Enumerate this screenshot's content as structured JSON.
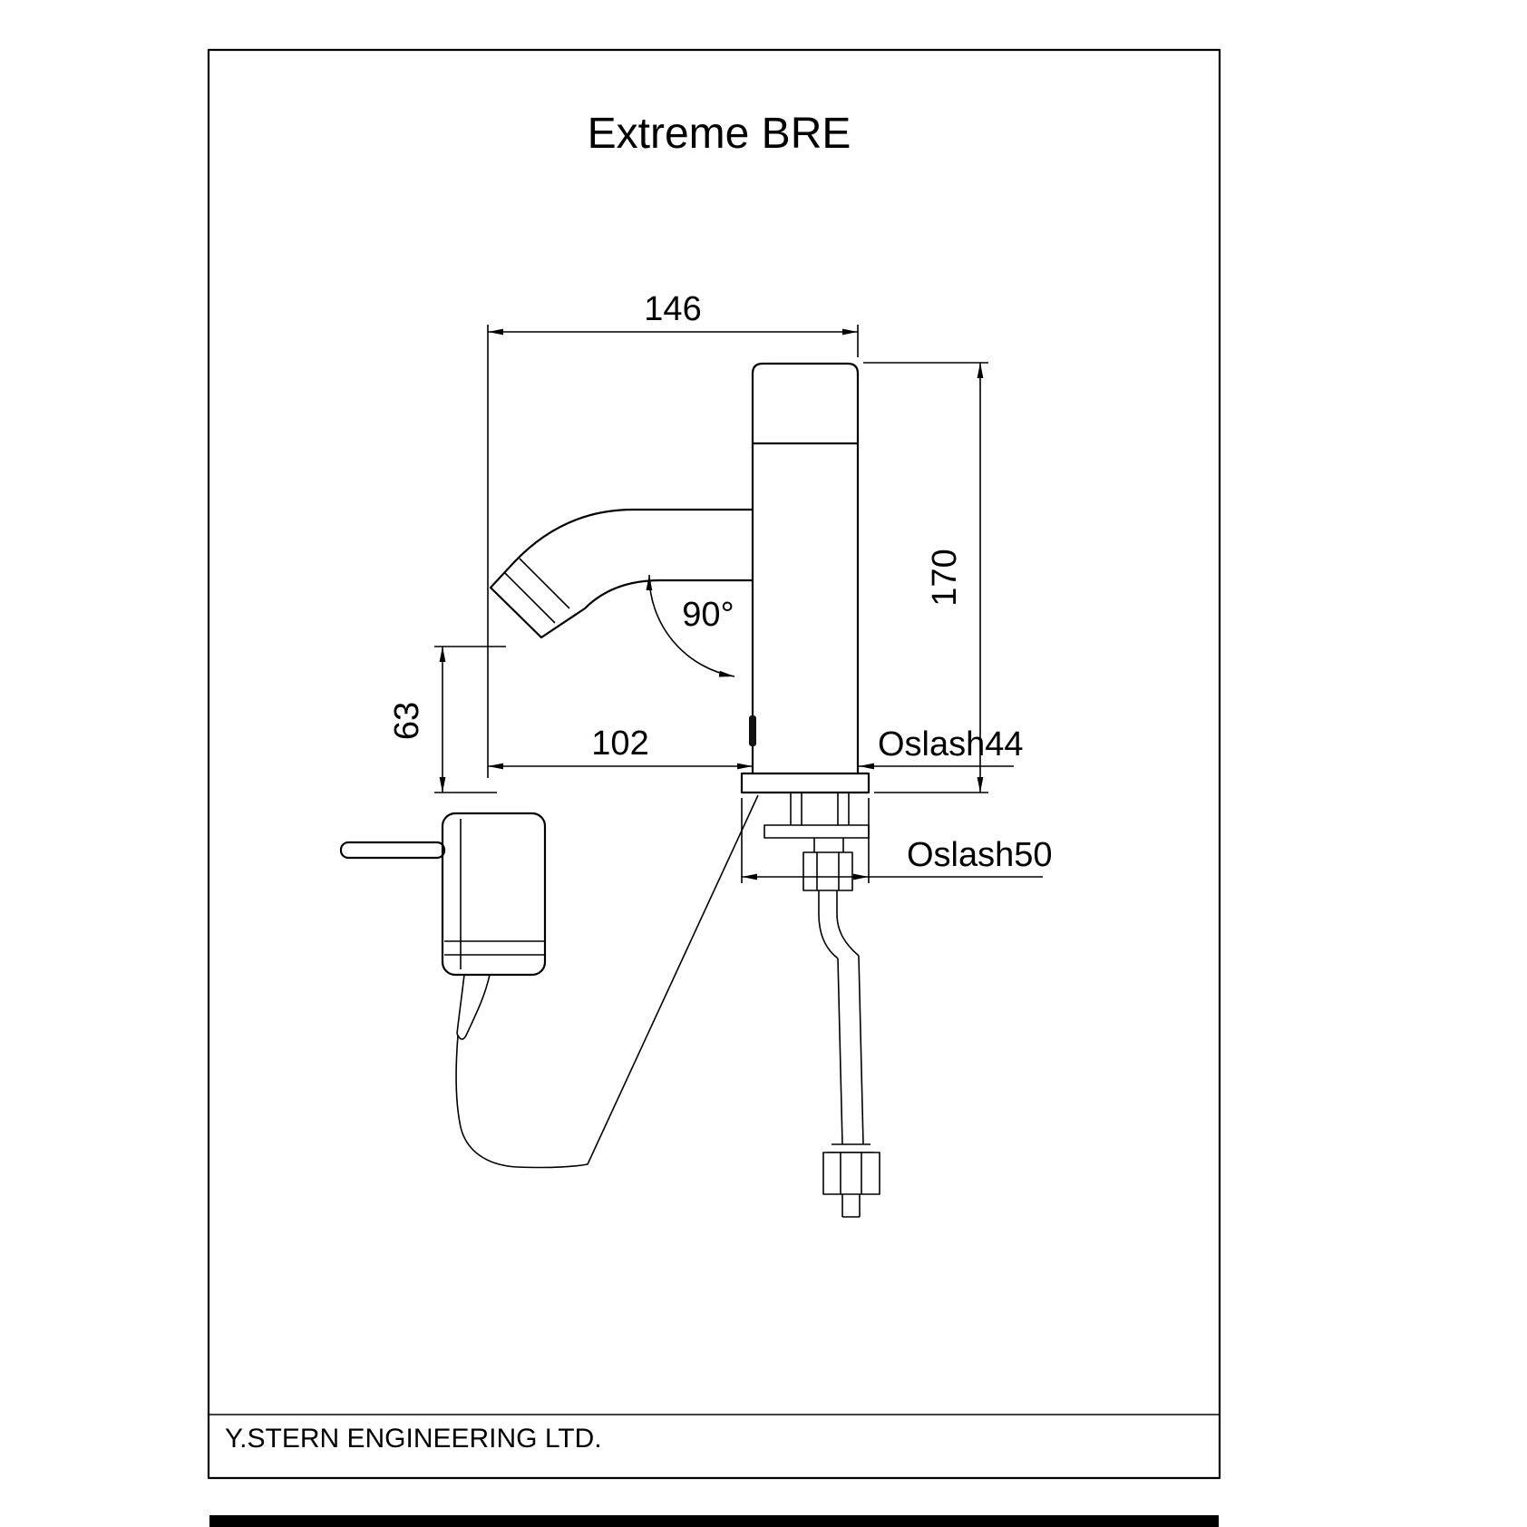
{
  "drawing": {
    "title": "Extreme BRE",
    "company": "Y.STERN ENGINEERING LTD."
  },
  "dimensions": {
    "total_reach": "146",
    "spout_reach": "102",
    "total_height": "170",
    "outlet_height": "63",
    "body_diameter": "Oslash44",
    "base_diameter": "Oslash50",
    "swivel_angle": "90°"
  }
}
